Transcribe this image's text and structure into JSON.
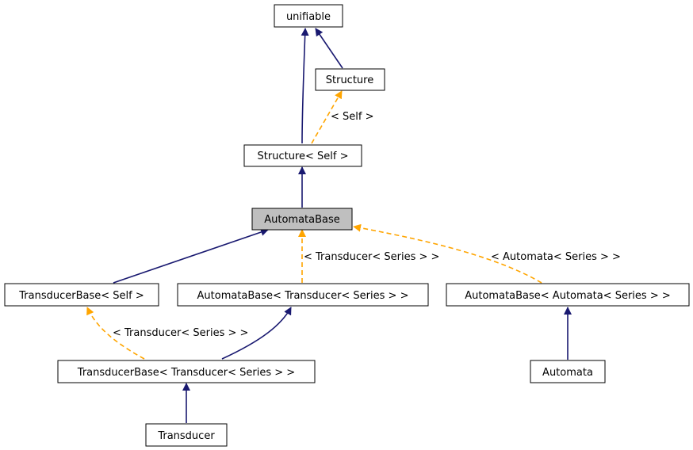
{
  "colors": {
    "inheritance": "#191970",
    "template": "#ffa500",
    "highlight_fill": "#bfbfbf",
    "node_fill": "#ffffff"
  },
  "nodes": {
    "unifiable": "unifiable",
    "structure": "Structure",
    "structure_self": "Structure< Self >",
    "automata_base": "AutomataBase",
    "transducer_base_self": "TransducerBase< Self >",
    "automata_base_transducer": "AutomataBase< Transducer< Series > >",
    "automata_base_automata": "AutomataBase< Automata< Series > >",
    "transducer_base_transducer": "TransducerBase< Transducer< Series > >",
    "automata": "Automata",
    "transducer": "Transducer"
  },
  "edge_labels": {
    "self": "< Self >",
    "transducer_series": "< Transducer< Series > >",
    "automata_series": "< Automata< Series > >",
    "transducer_series_left": "< Transducer< Series > >"
  }
}
